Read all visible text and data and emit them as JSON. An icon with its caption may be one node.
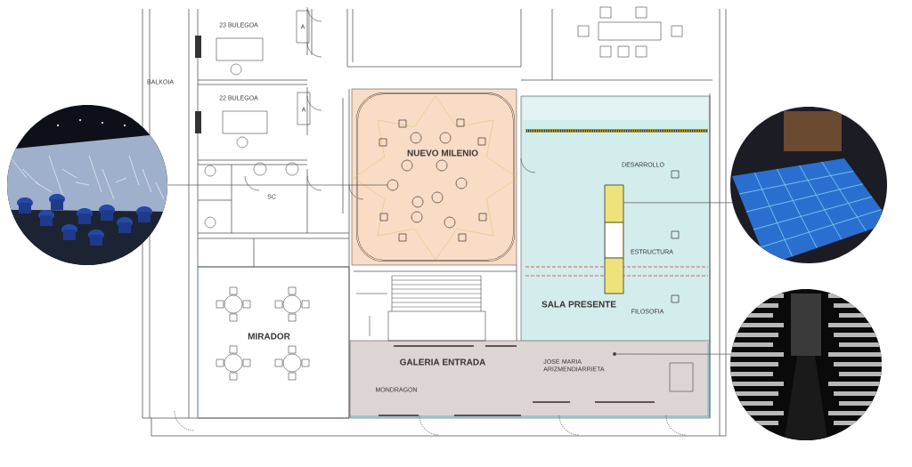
{
  "diagram": {
    "nodes": [
      {
        "text": [],
        "shape": "picture"
      },
      {
        "text": [
          "NUEVO MILENIO"
        ]
      },
      {
        "text": [],
        "shape": "circle",
        "in": 1
      },
      {
        "text": [
          "SALA PRESENTE"
        ]
      },
      {
        "text": [],
        "shape": "box",
        "in": 3
      },
      {
        "text": [],
        "shape": "picture"
      },
      {
        "text": [
          "MIRADOR"
        ]
      },
      {
        "text": [
          "GALERIA ENTRADA"
        ]
      },
      {
        "text": [],
        "shape": "circle",
        "in": 7
      },
      {
        "text": [],
        "shape": "picture"
      }
    ],
    "edges": [
      {
        "from": 0,
        "to": 2,
        "arrow": "none"
      },
      {
        "from": 5,
        "to": 4,
        "arrow": "none"
      },
      {
        "from": 9,
        "to": 8,
        "arrow": "none"
      }
    ],
    "labels": [
      "23 BULEGOA",
      "A",
      "BALKOIA",
      "22 BULEGOA",
      "A",
      "SC",
      "DESARROLLO",
      "ESTRUCTURA",
      "FILOSOFIA",
      "JOSÉ MARIA ARIZMENDIARRIETA",
      "MONDRAGON"
    ]
  }
}
